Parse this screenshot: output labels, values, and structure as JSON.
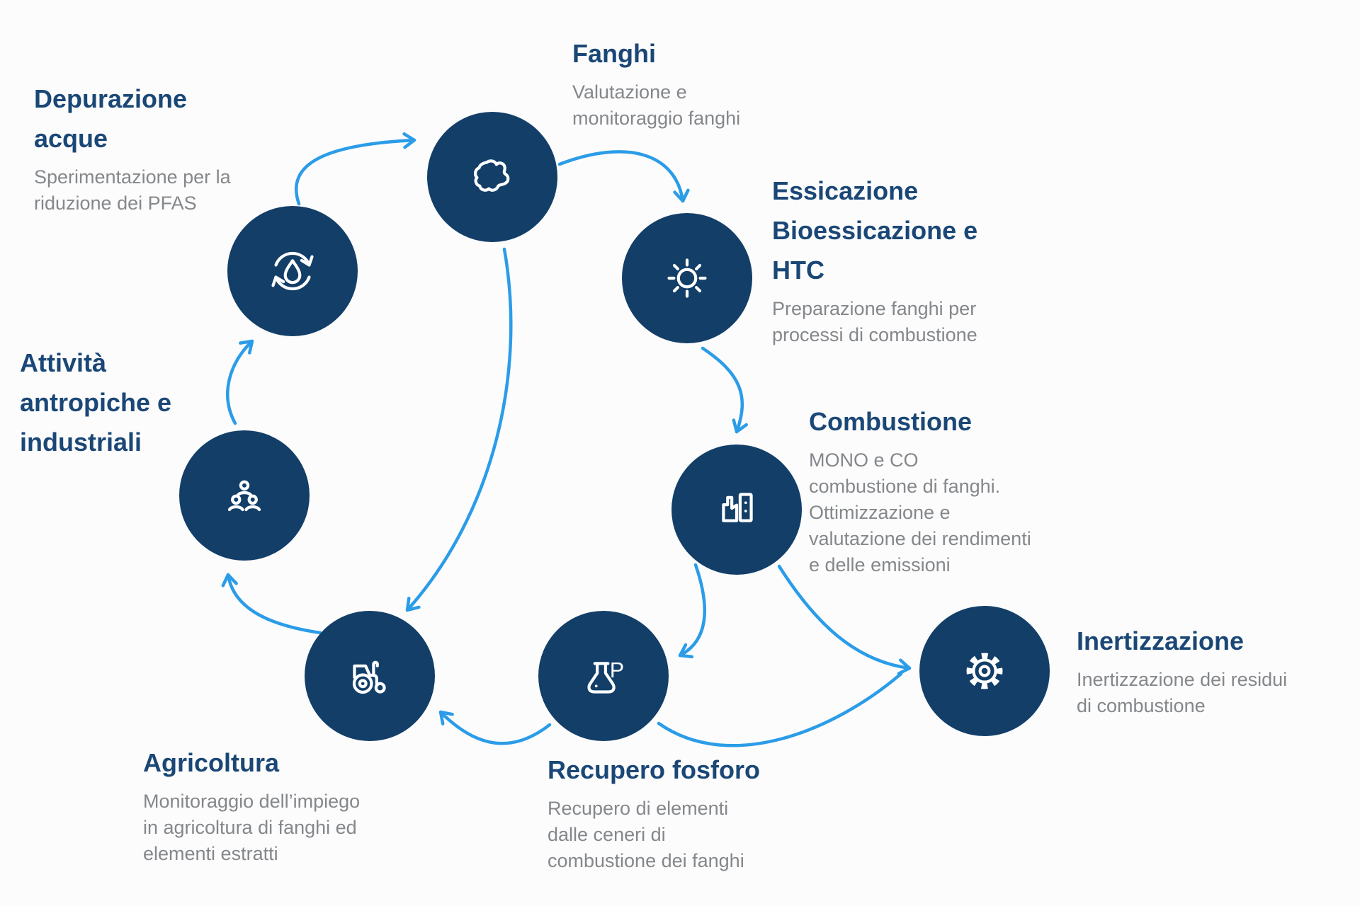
{
  "theme": {
    "bg": "#fcfcfc",
    "node-fill": "#123e68",
    "title-color": "#1a4776",
    "desc-color": "#84878b",
    "arrow-color": "#2b9ce8",
    "icon-stroke": "#ffffff"
  },
  "nodes": [
    {
      "id": "depurazione-acque",
      "title": "Depurazione\nacque",
      "description": "Sperimentazione per la\nriduzione dei PFAS",
      "icon": "water-cycle-icon"
    },
    {
      "id": "fanghi",
      "title": "Fanghi",
      "description": "Valutazione e\nmonitoraggio fanghi",
      "icon": "sludge-blob-icon"
    },
    {
      "id": "essicazione",
      "title": "Essicazione\nBioessicazione e\nHTC",
      "description": "Preparazione fanghi per\nprocessi di combustione",
      "icon": "sun-icon"
    },
    {
      "id": "combustione",
      "title": "Combustione",
      "description": "MONO e CO\ncombustione di fanghi.\nOttimizzazione e\nvalutazione dei rendimenti\ne delle emissioni",
      "icon": "incinerator-icon"
    },
    {
      "id": "inertizzazione",
      "title": "Inertizzazione",
      "description": "Inertizzazione dei residui\ndi combustione",
      "icon": "gear-icon"
    },
    {
      "id": "recupero-fosforo",
      "title": "Recupero fosforo",
      "description": "Recupero di elementi\ndalle ceneri di\ncombustione dei fanghi",
      "icon": "flask-phosphorus-icon"
    },
    {
      "id": "agricoltura",
      "title": "Agricoltura",
      "description": "Monitoraggio dell’impiego\nin agricoltura di fanghi ed\nelementi estratti",
      "icon": "tractor-icon"
    },
    {
      "id": "attivita-antropiche",
      "title": "Attività\nantropiche e\nindustriali",
      "description": "",
      "icon": "people-icon"
    }
  ],
  "flows": [
    {
      "from": "depurazione-acque",
      "to": "fanghi"
    },
    {
      "from": "fanghi",
      "to": "essicazione"
    },
    {
      "from": "essicazione",
      "to": "combustione"
    },
    {
      "from": "combustione",
      "to": "recupero-fosforo"
    },
    {
      "from": "combustione",
      "to": "inertizzazione"
    },
    {
      "from": "recupero-fosforo",
      "to": "inertizzazione"
    },
    {
      "from": "fanghi",
      "to": "agricoltura"
    },
    {
      "from": "recupero-fosforo",
      "to": "agricoltura"
    },
    {
      "from": "agricoltura",
      "to": "attivita-antropiche"
    },
    {
      "from": "attivita-antropiche",
      "to": "depurazione-acque"
    }
  ]
}
